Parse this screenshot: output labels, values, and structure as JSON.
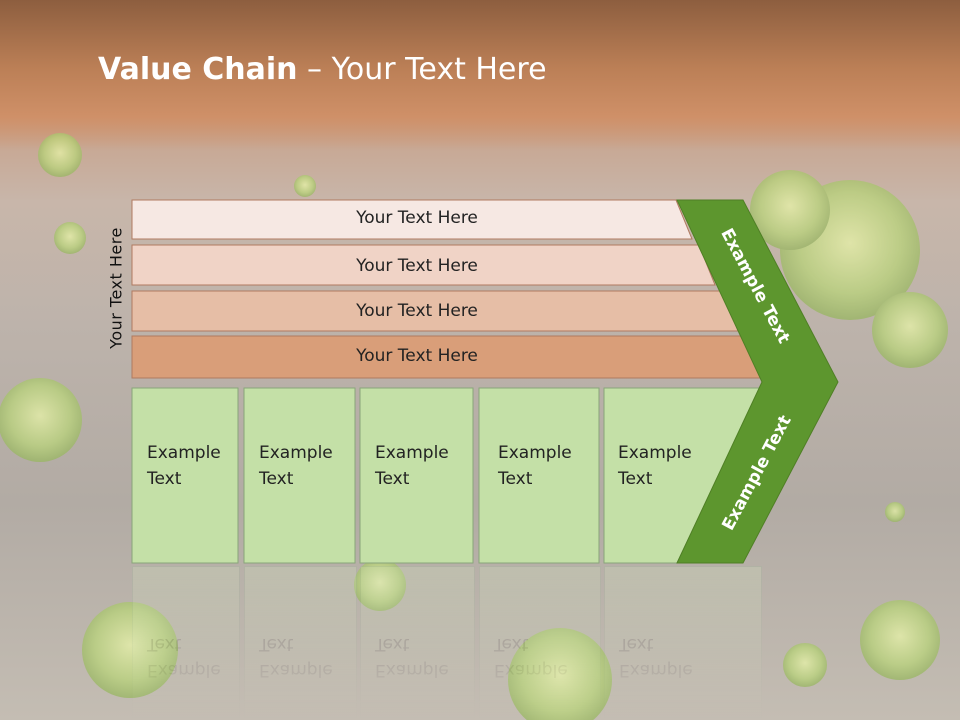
{
  "title": {
    "bold": "Value Chain",
    "rest": " – Your Text Here"
  },
  "side_label": "Your Text Here",
  "bars": [
    {
      "label": "Your Text Here",
      "color": "#f6e8e3"
    },
    {
      "label": "Your Text Here",
      "color": "#f0d3c6"
    },
    {
      "label": "Your Text Here",
      "color": "#e6bea6"
    },
    {
      "label": "Your Text Here",
      "color": "#d99e79"
    }
  ],
  "boxes": [
    "Example\nText",
    "Example\nText",
    "Example\nText",
    "Example\nText",
    "Example\nText"
  ],
  "arrow": {
    "upper_label": "Example Text",
    "lower_label": "Example Text",
    "color": "#5d962e"
  },
  "colors": {
    "box_fill": "#c4e0a7",
    "box_border": "#89a57a",
    "bar_border": "#b07a60"
  }
}
